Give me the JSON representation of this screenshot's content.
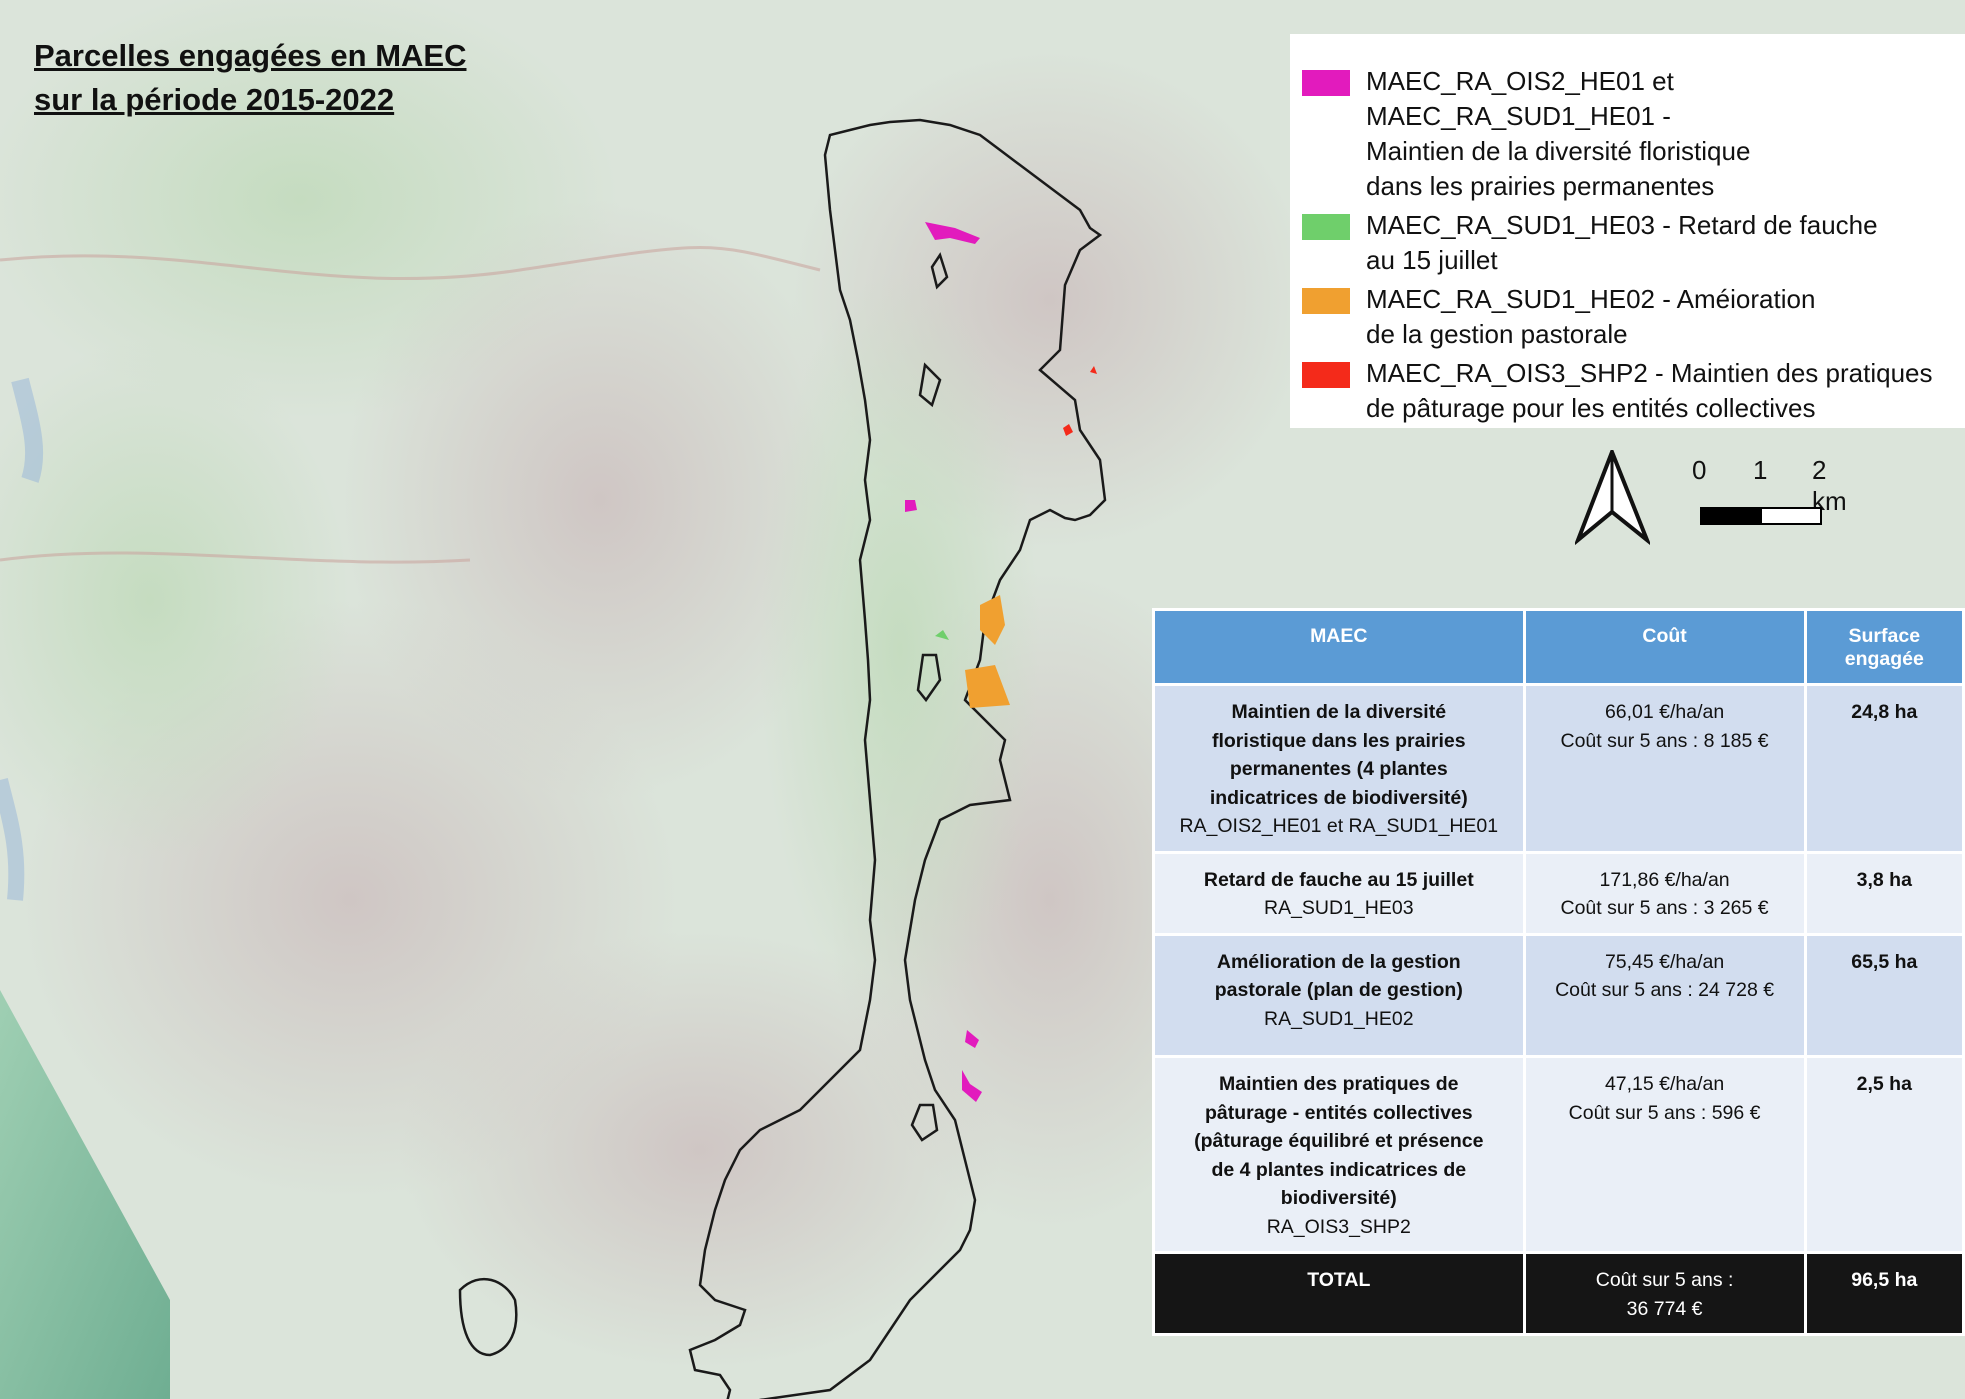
{
  "title": {
    "line1": "Parcelles engagées en MAEC",
    "line2": "sur la période 2015-2022"
  },
  "legend": [
    {
      "color": "#e21bbd",
      "lines": [
        "MAEC_RA_OIS2_HE01 et",
        "MAEC_RA_SUD1_HE01 -",
        "Maintien de la diversité floristique",
        "dans les prairies permanentes"
      ]
    },
    {
      "color": "#6fcf6b",
      "lines": [
        "MAEC_RA_SUD1_HE03 - Retard de fauche",
        "au 15 juillet"
      ]
    },
    {
      "color": "#f0a030",
      "lines": [
        "MAEC_RA_SUD1_HE02 - Améioration",
        "de la gestion pastorale"
      ]
    },
    {
      "color": "#f42a1a",
      "lines": [
        "MAEC_RA_OIS3_SHP2 - Maintien des pratiques",
        "de pâturage pour les entités collectives"
      ]
    }
  ],
  "scale": {
    "labels": [
      "0",
      "1",
      "2 km"
    ]
  },
  "table": {
    "headers": [
      "MAEC",
      "Coût",
      "Surface engagée"
    ],
    "rows": [
      {
        "title": [
          "Maintien de la diversité",
          "floristique dans les prairies",
          "permanentes (4 plantes",
          "indicatrices de biodiversité)"
        ],
        "code": "RA_OIS2_HE01 et RA_SUD1_HE01",
        "rate": "66,01 €/ha/an",
        "cost5": "Coût sur 5 ans : 8 185 €",
        "surface": "24,8 ha"
      },
      {
        "title": [
          "Retard de fauche au 15 juillet"
        ],
        "code": "RA_SUD1_HE03",
        "rate": "171,86 €/ha/an",
        "cost5": "Coût sur 5 ans : 3 265 €",
        "surface": "3,8 ha"
      },
      {
        "title": [
          "Amélioration de la gestion",
          "pastorale (plan de gestion)"
        ],
        "code": "RA_SUD1_HE02",
        "rate": "75,45 €/ha/an",
        "cost5": "Coût sur 5 ans : 24 728 €",
        "surface": "65,5 ha"
      },
      {
        "title": [
          "Maintien des pratiques de",
          "pâturage - entités collectives",
          "(pâturage équilibré et présence",
          "de 4 plantes indicatrices de",
          "biodiversité)"
        ],
        "code": "RA_OIS3_SHP2",
        "rate": "47,15 €/ha/an",
        "cost5": "Coût sur 5 ans : 596 €",
        "surface": "2,5 ha"
      }
    ],
    "total": {
      "label": "TOTAL",
      "cost_line1": "Coût sur 5 ans :",
      "cost_line2": "36 774 €",
      "surface": "96,5 ha"
    }
  }
}
